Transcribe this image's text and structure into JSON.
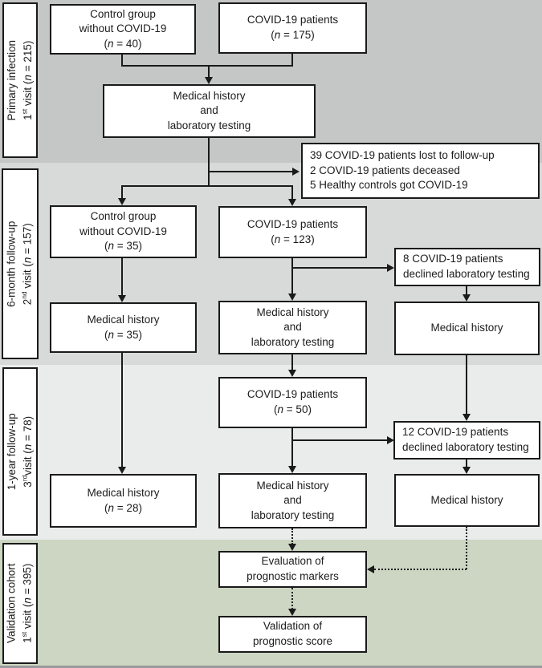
{
  "bands": [
    {
      "title": "Primary infection",
      "visit": {
        "pre": "1",
        "sup": "st",
        "mid": " visit (",
        "it": "n",
        "post": " = 215)"
      },
      "bg": "#c5c6c6"
    },
    {
      "title": "6-month follow-up",
      "visit": {
        "pre": "2",
        "sup": "nd",
        "mid": " visit (",
        "it": "n",
        "post": " = 157)"
      },
      "bg": "#d8d9d9"
    },
    {
      "title": "1-year follow-up",
      "visit": {
        "pre": "3",
        "sup": "rd",
        "mid": "visit (",
        "it": "n",
        "post": " = 78)"
      },
      "bg": "#eaebeb"
    },
    {
      "title": "Validation cohort",
      "visit": {
        "pre": "1",
        "sup": "st",
        "mid": " visit (",
        "it": "n",
        "post": " = 395)"
      },
      "bg": "#ccd6c3"
    }
  ],
  "boxes": {
    "ctrl40": {
      "l1": "Control group",
      "l2": "without COVID-19",
      "n": {
        "pre": "(",
        "it": "n",
        "post": " = 40)"
      }
    },
    "covid175": {
      "l1": "COVID-19 patients",
      "n": {
        "pre": "(",
        "it": "n",
        "post": " = 175)"
      }
    },
    "mh1": {
      "l1": "Medical history",
      "l2": "and",
      "l3": "laboratory testing"
    },
    "attrition": {
      "l1": "39 COVID-19 patients lost to follow-up",
      "l2": "2 COVID-19 patients deceased",
      "l3": "5 Healthy controls got COVID-19"
    },
    "ctrl35": {
      "l1": "Control group",
      "l2": "without COVID-19",
      "n": {
        "pre": "(",
        "it": "n",
        "post": " = 35)"
      }
    },
    "covid123": {
      "l1": "COVID-19 patients",
      "n": {
        "pre": "(",
        "it": "n",
        "post": " = 123)"
      }
    },
    "declined8": {
      "l1": "8 COVID-19 patients",
      "l2": "declined laboratory testing"
    },
    "mh35": {
      "l1": "Medical history",
      "n": {
        "pre": "(",
        "it": "n",
        "post": " = 35)"
      }
    },
    "mhlab2": {
      "l1": "Medical history",
      "l2": "and",
      "l3": "laboratory testing"
    },
    "mhr2": {
      "l1": "Medical history"
    },
    "covid50": {
      "l1": "COVID-19 patients",
      "n": {
        "pre": "(",
        "it": "n",
        "post": " = 50)"
      }
    },
    "declined12": {
      "l1": "12 COVID-19 patients",
      "l2": "declined laboratory testing"
    },
    "mh28": {
      "l1": "Medical history",
      "n": {
        "pre": "(",
        "it": "n",
        "post": " = 28)"
      }
    },
    "mhlab3": {
      "l1": "Medical history",
      "l2": "and",
      "l3": "laboratory testing"
    },
    "mhr3": {
      "l1": "Medical history"
    },
    "eval": {
      "l1": "Evaluation of",
      "l2": "prognostic markers"
    },
    "valid": {
      "l1": "Validation of",
      "l2": "prognostic score"
    }
  },
  "colors": {
    "line": "#1a1a1a",
    "box_border": "#1a1a1a",
    "band_primary": "#c5c6c6",
    "band_6month": "#d8d9d9",
    "band_1year": "#eaebeb",
    "band_validation": "#ccd6c3",
    "bottom_strip": "#9b9b9b"
  }
}
